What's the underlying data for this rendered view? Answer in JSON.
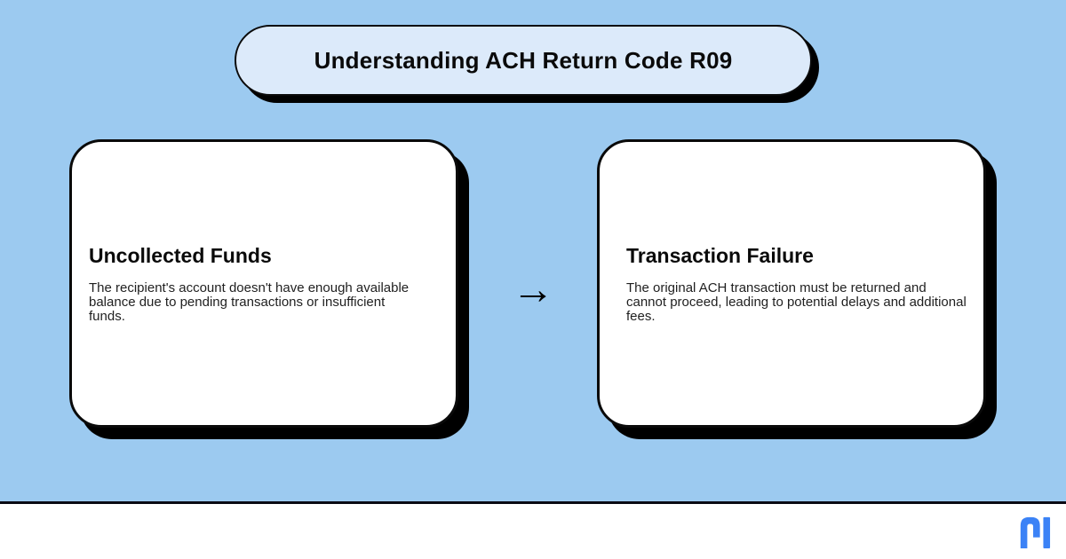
{
  "title": {
    "text": "Understanding ACH Return Code R09"
  },
  "cards": [
    {
      "heading": "Uncollected Funds",
      "body": "The recipient's account doesn't have enough available balance due to pending transactions or insufficient funds."
    },
    {
      "heading": "Transaction Failure",
      "body": "The original ACH transaction must be returned and cannot proceed, leading to potential delays and additional fees."
    }
  ],
  "connector": {
    "arrow_glyph": "→"
  },
  "footer": {
    "logo_icon": "N"
  },
  "colors": {
    "background": "#9ccaf0",
    "pill_fill": "#dceafa",
    "card_fill": "#ffffff",
    "border": "#0a0a0a",
    "shadow": "#000000",
    "footer_background": "#ffffff",
    "footer_divider": "#0a0a14",
    "logo_blue": "#3b82f6",
    "text": "#1f1f1f"
  }
}
